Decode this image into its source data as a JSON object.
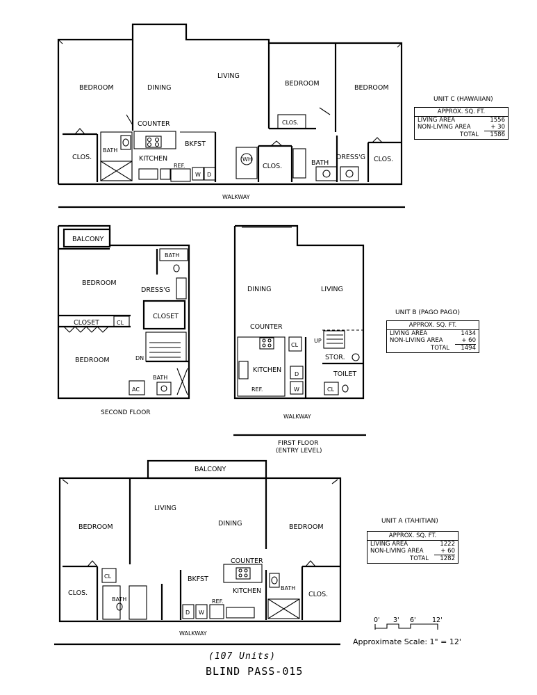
{
  "unit_c": {
    "title": "UNIT C (HAWAIIAN)",
    "header": "APPROX. SQ. FT.",
    "living_label": "LIVING AREA",
    "living_value": "1556",
    "nonliving_label": "NON-LIVING AREA",
    "nonliving_value": "+ 30",
    "total_label": "TOTAL",
    "total_value": "1586",
    "rooms": {
      "bedroom_left": "BEDROOM",
      "dining": "DINING",
      "living": "LIVING",
      "bedroom_mid": "BEDROOM",
      "bedroom_right": "BEDROOM",
      "counter": "COUNTER",
      "clos_mid": "CLOS.",
      "bath_left": "BATH",
      "bkfst": "BKFST",
      "clos_left": "CLOS.",
      "kitchen": "KITCHEN",
      "ref": "REF.",
      "w": "W",
      "d": "D",
      "wh": "WH",
      "clos_c": "CLOS.",
      "bath_right": "BATH",
      "dressg": "DRESS'G",
      "clos_right": "CLOS.",
      "walkway": "WALKWAY"
    }
  },
  "unit_b": {
    "title": "UNIT B (PAGO PAGO)",
    "header": "APPROX. SQ. FT.",
    "living_label": "LIVING AREA",
    "living_value": "1434",
    "nonliving_label": "NON-LIVING AREA",
    "nonliving_value": "+ 60",
    "total_label": "TOTAL",
    "total_value": "1494",
    "second_floor": {
      "balcony": "BALCONY",
      "bath_top": "BATH",
      "bedroom_top": "BEDROOM",
      "dressg": "DRESS'G",
      "closet_right": "CLOSET",
      "closet_left": "CLOSET",
      "cl": "CL",
      "bedroom_bottom": "BEDROOM",
      "dn": "DN",
      "ac": "AC",
      "bath_bottom": "BATH"
    },
    "second_floor_caption": "SECOND FLOOR",
    "first_floor": {
      "dining": "DINING",
      "living": "LIVING",
      "counter": "COUNTER",
      "up": "UP",
      "cl": "CL",
      "kitchen": "KITCHEN",
      "stor": "STOR.",
      "d": "D",
      "toilet": "TOILET",
      "ref": "REF.",
      "w": "W",
      "cl2": "CL",
      "walkway": "WALKWAY"
    },
    "first_floor_caption": "FIRST FLOOR",
    "first_floor_sub": "(ENTRY LEVEL)"
  },
  "unit_a": {
    "title": "UNIT A (TAHITIAN)",
    "header": "APPROX. SQ. FT.",
    "living_label": "LIVING AREA",
    "living_value": "1222",
    "nonliving_label": "NON-LIVING AREA",
    "nonliving_value": "+ 60",
    "total_label": "TOTAL",
    "total_value": "1282",
    "rooms": {
      "balcony": "BALCONY",
      "living": "LIVING",
      "dining": "DINING",
      "bedroom_left": "BEDROOM",
      "bedroom_right": "BEDROOM",
      "counter": "COUNTER",
      "cl": "CL",
      "clos_left": "CLOS.",
      "bath_left": "BATH",
      "bkfst": "BKFST",
      "kitchen": "KITCHEN",
      "bath_right": "BATH",
      "clos_right": "CLOS.",
      "ref": "REF.",
      "d": "D",
      "w": "W",
      "walkway": "WALKWAY"
    }
  },
  "scale": {
    "ticks": [
      "0'",
      "3'",
      "6'",
      "12'"
    ],
    "label": "Approximate Scale: 1\" = 12'"
  },
  "footer": {
    "units": "(107 Units)",
    "name": "BLIND PASS-015"
  }
}
